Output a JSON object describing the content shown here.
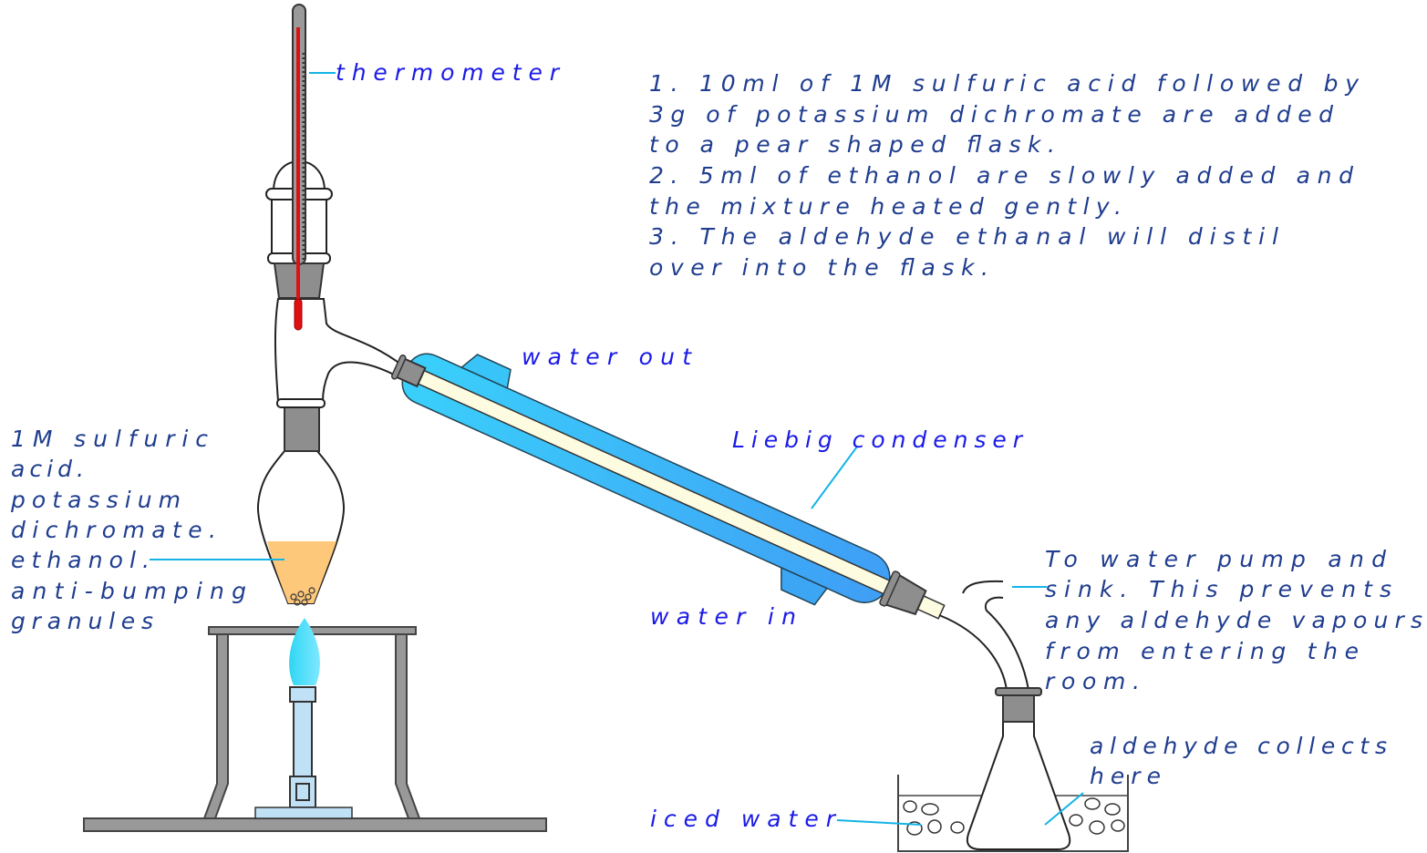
{
  "labels": {
    "thermometer": "thermometer",
    "water_out": "water out",
    "condenser": "Liebig condenser",
    "water_in": "water in",
    "iced_water": "iced water",
    "collects": [
      "aldehyde collects",
      "here"
    ],
    "pump": [
      "To water pump and",
      "sink.  This prevents",
      "any aldehyde vapours",
      "from entering the",
      "room."
    ],
    "flask_contents": [
      "1M sulfuric",
      "acid.",
      "potassium",
      "dichromate.",
      "ethanol.",
      "anti-bumping",
      "granules"
    ]
  },
  "instructions": [
    "1. 10ml of 1M sulfuric acid followed by",
    "3g of potassium dichromate are added",
    "to a pear shaped flask.",
    "2. 5ml of ethanol are slowly added and",
    "the mixture heated gently.",
    "3.  The aldehyde ethanal will distil",
    "over into the flask."
  ],
  "colors": {
    "label_blue": "#1a1ae6",
    "text_navy": "#1f3d8f",
    "jacket": "#33b8f5",
    "liquid": "#fdc87a",
    "flame": "#30d0f0"
  }
}
